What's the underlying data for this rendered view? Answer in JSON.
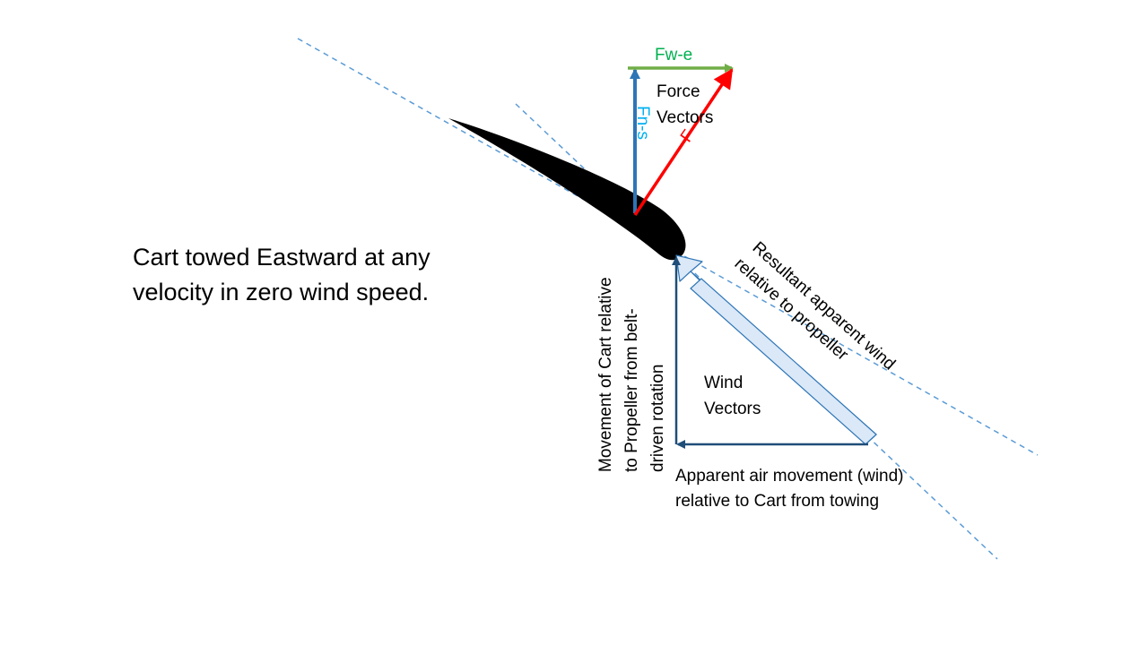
{
  "caption": {
    "line1": "Cart towed Eastward at any",
    "line2": "velocity in zero wind speed."
  },
  "force": {
    "group_label_line1": "Force",
    "group_label_line2": "Vectors",
    "fwe_label": "Fw-e",
    "fns_label": "Fn-s",
    "f_label": "F"
  },
  "wind": {
    "group_label_line1": "Wind",
    "group_label_line2": "Vectors",
    "resultant_line1": "Resultant apparent wind",
    "resultant_line2": "relative to propeller",
    "movement_line1": "Movement of Cart relative",
    "movement_line2": "to Propeller from belt-",
    "movement_line3": "driven rotation",
    "apparent_line1": "Apparent air movement (wind)",
    "apparent_line2": "relative to Cart from towing"
  },
  "colors": {
    "fwe": "#70ad47",
    "fns": "#2e75b6",
    "f": "#ff0000",
    "wind_vec": "#1f4e79",
    "resultant_fill": "#dae8f7",
    "resultant_stroke": "#2e75b6",
    "dashed": "#5b9bd5",
    "fwe_text": "#00b050",
    "fns_text": "#00b0f0"
  }
}
